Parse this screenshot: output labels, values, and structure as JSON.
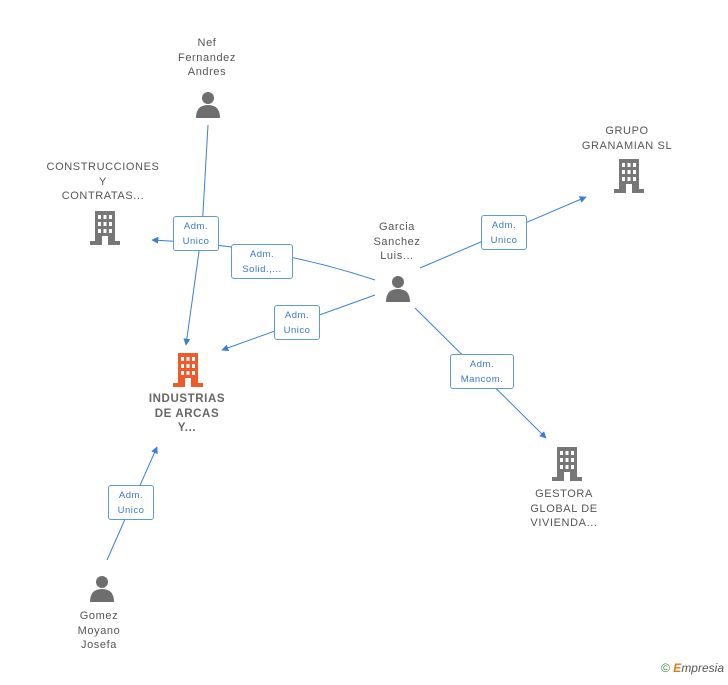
{
  "nodes": {
    "nef": {
      "type": "person",
      "lines": [
        "Nef",
        "Fernandez",
        "Andres"
      ]
    },
    "construcciones": {
      "type": "company",
      "lines": [
        "CONSTRUCCIONES",
        "Y",
        "CONTRATAS..."
      ]
    },
    "garcia": {
      "type": "person",
      "lines": [
        "Garcia",
        "Sanchez",
        "Luis..."
      ]
    },
    "grupo": {
      "type": "company",
      "lines": [
        "GRUPO",
        "GRANAMIAN SL"
      ]
    },
    "industrias": {
      "type": "company-main",
      "lines": [
        "INDUSTRIAS",
        "DE ARCAS",
        "Y..."
      ]
    },
    "gestora": {
      "type": "company",
      "lines": [
        "GESTORA",
        "GLOBAL DE",
        "VIVIENDA..."
      ]
    },
    "gomez": {
      "type": "person",
      "lines": [
        "Gomez",
        "Moyano",
        "Josefa"
      ]
    }
  },
  "edges": {
    "nef_industrias": {
      "lines": [
        "Adm.",
        "Unico"
      ]
    },
    "garcia_construcciones": {
      "lines": [
        "Adm.",
        "Solid.,..."
      ]
    },
    "garcia_industrias": {
      "lines": [
        "Adm.",
        "Unico"
      ]
    },
    "garcia_grupo": {
      "lines": [
        "Adm.",
        "Unico"
      ]
    },
    "garcia_gestora": {
      "lines": [
        "Adm.",
        "Mancom."
      ]
    },
    "gomez_industrias": {
      "lines": [
        "Adm.",
        "Unico"
      ]
    }
  },
  "colors": {
    "edge": "#3a7fd5",
    "person": "#6e6e6e",
    "company": "#777777",
    "main": "#f05a28"
  },
  "footer": {
    "copyright": "©",
    "brand_first": "E",
    "brand_rest": "mpresia"
  }
}
